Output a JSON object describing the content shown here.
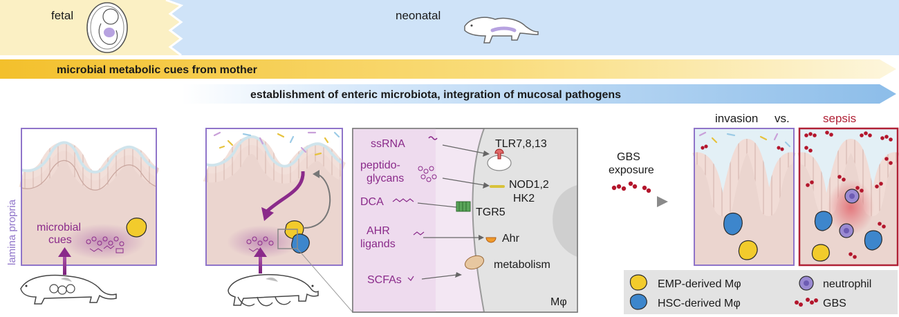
{
  "timeline": {
    "fetal_label": "fetal",
    "neonatal_label": "neonatal"
  },
  "bands": {
    "maternal_cues": "microbial metabolic cues from mother",
    "microbiota": "establishment of enteric microbiota, integration of mucosal pathogens"
  },
  "panel_fetal": {
    "side_label": "lamina propria",
    "cues_line1": "microbial",
    "cues_line2": "cues"
  },
  "signals": [
    {
      "ligand": "ssRNA",
      "receptor": "TLR7,8,13"
    },
    {
      "ligand_line1": "peptido-",
      "ligand_line2": "glycans",
      "receptor_line1": "NOD1,2",
      "receptor_line2": "HK2"
    },
    {
      "ligand": "DCA",
      "receptor": "TGR5"
    },
    {
      "ligand_line1": "AHR",
      "ligand_line2": "ligands",
      "receptor": "Ahr"
    },
    {
      "ligand": "SCFAs",
      "receptor": "metabolism"
    }
  ],
  "cell_label": "Mφ",
  "gbs": {
    "line1": "GBS",
    "line2": "exposure",
    "invasion_label": "invasion",
    "vs_label": "vs.",
    "sepsis_label": "sepsis"
  },
  "legend": {
    "emp": "EMP-derived Mφ",
    "hsc": "HSC-derived Mφ",
    "neutrophil": "neutrophil",
    "gbs": "GBS"
  },
  "colors": {
    "fetal_bg": "#fbf0c4",
    "neonatal_bg": "#cfe3f8",
    "maternal_band": "#f6c83a",
    "microbiota_band": "#4a90d9",
    "tissue": "#e8cfc8",
    "panel_border": "#8f74c9",
    "sepsis_border": "#b02035",
    "cue_purple": "#8a2a8a",
    "emp_yellow": "#f2cb2c",
    "hsc_blue": "#3d86cc",
    "neutrophil": "#9a8ad2",
    "gbs_red": "#b3162c",
    "cell_gray": "#e3e3e3"
  }
}
